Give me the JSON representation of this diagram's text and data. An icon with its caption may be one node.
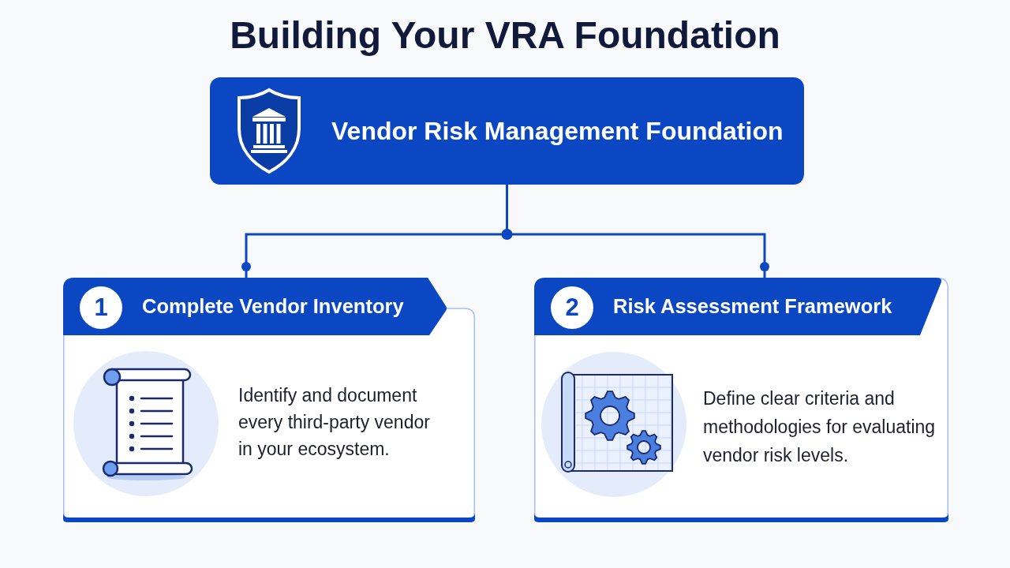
{
  "diagram": {
    "title": "Building Your VRA Foundation",
    "nodes": [
      {
        "text": [
          "Vendor Risk Management Foundation"
        ]
      },
      {
        "text": [
          "Complete Vendor Inventory",
          "Identify and document every third-party vendor in your ecosystem."
        ]
      },
      {
        "text": [
          "1"
        ],
        "in": 1
      },
      {
        "text": [
          "Risk Assessment Framework",
          "Define clear criteria and methodologies for evaluating vendor risk levels."
        ]
      },
      {
        "text": [
          "2"
        ],
        "in": 3
      }
    ],
    "edges": [
      {
        "from": 0,
        "to": 1,
        "arrow": "other"
      },
      {
        "from": 0,
        "to": 3,
        "arrow": "other"
      }
    ]
  }
}
